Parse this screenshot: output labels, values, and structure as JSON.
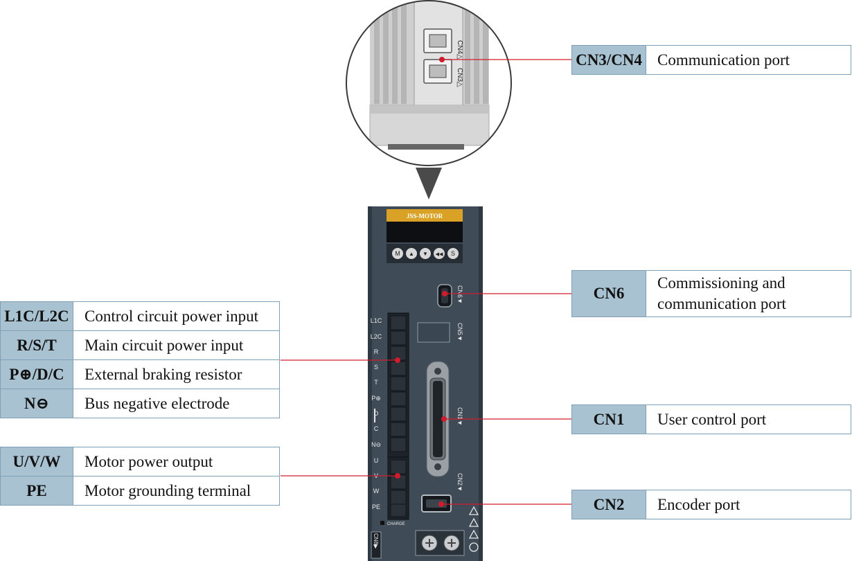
{
  "device": {
    "brand": "JSS-MOTOR",
    "keys": [
      "M",
      "▲",
      "▼",
      "◀◀",
      "S"
    ],
    "terminal_labels": [
      "L1C",
      "L2C",
      "R",
      "S",
      "T",
      "P⊕",
      "D",
      "C",
      "N⊖",
      "U",
      "V",
      "W",
      "PE"
    ],
    "port_labels": {
      "cn6": "CN6▼",
      "cn5": "CN5▼",
      "cn1": "CN1▼",
      "cn2": "CN2▼",
      "cn8": "CN8▶"
    },
    "charge_label": "CHARGE",
    "zoom_port_labels": [
      "CN4△",
      "CN3△"
    ]
  },
  "left_power_table": [
    {
      "key": "L1C/L2C",
      "desc": "Control circuit power input"
    },
    {
      "key": "R/S/T",
      "desc": "Main circuit power input"
    },
    {
      "key": "P⊕/D/C",
      "desc": "External braking resistor"
    },
    {
      "key": "N⊖",
      "desc": "Bus negative electrode"
    }
  ],
  "left_motor_table": [
    {
      "key": "U/V/W",
      "desc": "Motor power output"
    },
    {
      "key": "PE",
      "desc": "Motor grounding terminal"
    }
  ],
  "callouts": {
    "cn3cn4": {
      "key": "CN3/CN4",
      "desc": "Communication port"
    },
    "cn6": {
      "key": "CN6",
      "desc_line1": "Commissioning and",
      "desc_line2": "communication port"
    },
    "cn1": {
      "key": "CN1",
      "desc": "User control port"
    },
    "cn2": {
      "key": "CN2",
      "desc": "Encoder port"
    }
  },
  "colors": {
    "label_bg": "#a8c2d1",
    "border": "#7f9fb4",
    "leader_line": "#d01c2c",
    "device_body": "#3f4c58",
    "brand_plate": "#d9a227"
  }
}
